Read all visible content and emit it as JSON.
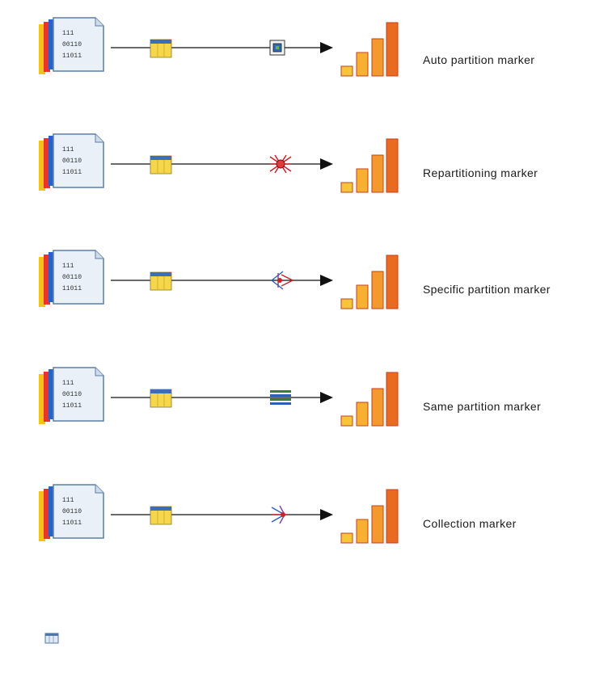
{
  "rows": [
    {
      "label": "Auto partition marker",
      "marker": "auto-partition-icon",
      "file_lines": [
        "111",
        "00110",
        "11011"
      ]
    },
    {
      "label": "Repartitioning marker",
      "marker": "repartition-icon",
      "file_lines": [
        "111",
        "00110",
        "11011"
      ]
    },
    {
      "label": "Specific partition marker",
      "marker": "specific-partition-icon",
      "file_lines": [
        "111",
        "00110",
        "11011"
      ]
    },
    {
      "label": "Same partition marker",
      "marker": "same-partition-icon",
      "file_lines": [
        "111",
        "00110",
        "11011"
      ]
    },
    {
      "label": "Collection marker",
      "marker": "collection-icon",
      "file_lines": [
        "111",
        "00110",
        "11011"
      ]
    }
  ],
  "colors": {
    "link": "#111111",
    "table_header": "#3b6fb5",
    "table_body": "#f6d64a",
    "bar_light": "#f7c53a",
    "bar_dark": "#e0561a",
    "file_page": "#e9f0f8"
  }
}
